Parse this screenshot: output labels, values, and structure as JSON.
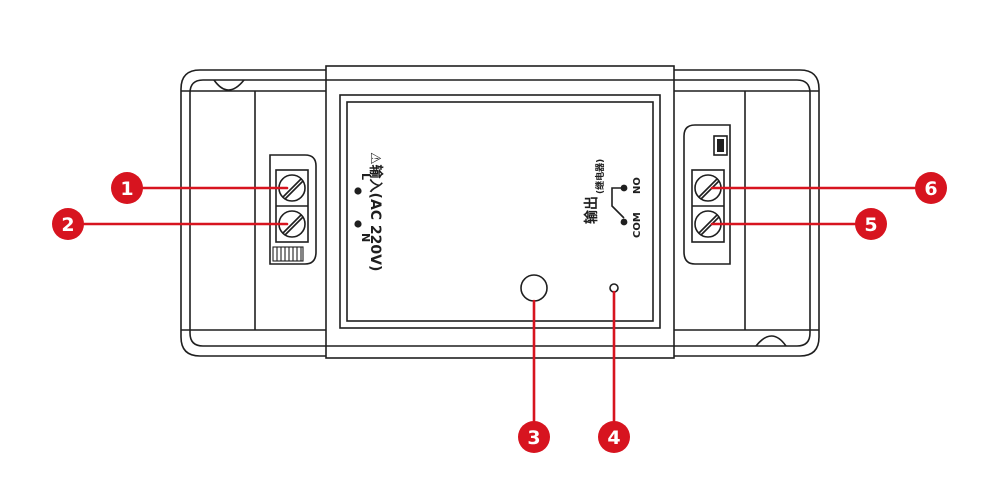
{
  "diagram": {
    "accent_color": "#d7141f",
    "input_label": "⚠输入(AC 220V)",
    "terminal_L": "L",
    "terminal_N": "N",
    "output_label": "输出",
    "output_sub": "(继电器)",
    "terminal_NO": "NO",
    "terminal_COM": "COM",
    "callouts": [
      "1",
      "2",
      "3",
      "4",
      "5",
      "6"
    ]
  }
}
